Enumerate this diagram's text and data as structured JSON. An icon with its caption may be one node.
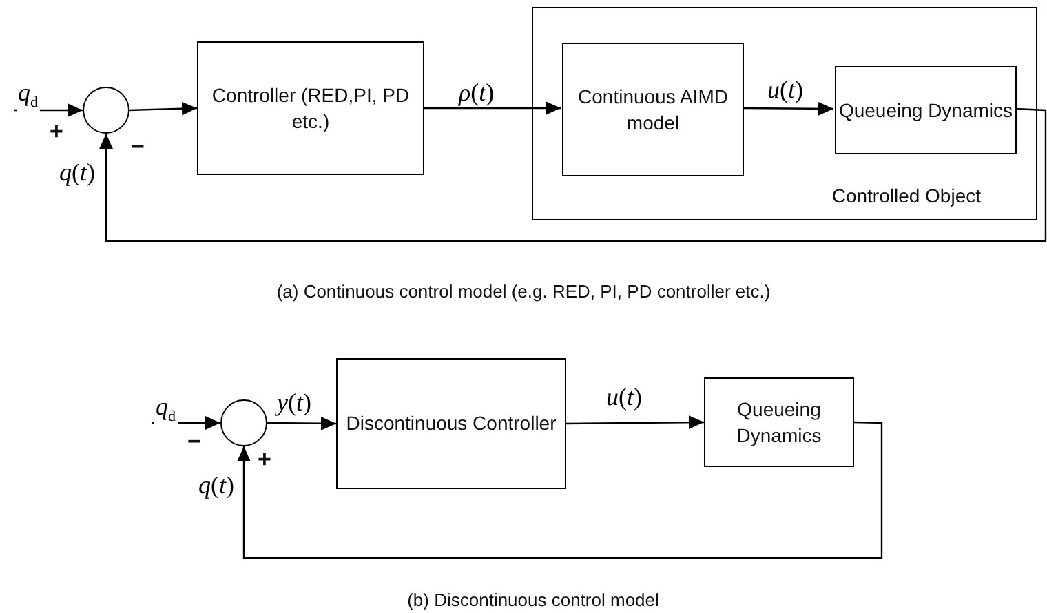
{
  "diagram": {
    "nodes": [
      {
        "text": [],
        "shape": "circle"
      },
      {
        "text": [
          "Controller (RED,PI, PD etc.)"
        ]
      },
      {
        "text": [
          "Controlled Object"
        ]
      },
      {
        "text": [
          "Continuous AIMD model"
        ],
        "in": 2
      },
      {
        "text": [
          "Queueing Dynamics"
        ],
        "in": 2
      },
      {
        "text": [],
        "shape": "circle"
      },
      {
        "text": [
          "Discontinuous Controller"
        ]
      },
      {
        "text": [
          "Queueing Dynamics"
        ]
      }
    ],
    "edges": [
      {
        "from": null,
        "to": 0,
        "arrow": "to",
        "label": "*q*$_{d}$"
      },
      {
        "from": 0,
        "to": 1,
        "arrow": "to"
      },
      {
        "from": 1,
        "to": 3,
        "arrow": "to",
        "label": "*ρ*(*t*)"
      },
      {
        "from": 3,
        "to": 4,
        "arrow": "to",
        "label": "*u*(*t*)"
      },
      {
        "from": 4,
        "to": 0,
        "arrow": "to",
        "label": "*q*(*t*)"
      },
      {
        "from": null,
        "to": 5,
        "arrow": "to",
        "label": "*q*$_{d}$"
      },
      {
        "from": 5,
        "to": 6,
        "arrow": "to",
        "label": "*y*(*t*)"
      },
      {
        "from": 6,
        "to": 7,
        "arrow": "to",
        "label": "*u*(*t*)"
      },
      {
        "from": 7,
        "to": 5,
        "arrow": "to",
        "label": "*q*(*t*)"
      }
    ],
    "labels": [
      "+",
      "−",
      "(a) Continuous control model (e.g. RED, PI, PD controller etc.)",
      "−",
      "+",
      "(b) Discontinuous control model"
    ]
  }
}
